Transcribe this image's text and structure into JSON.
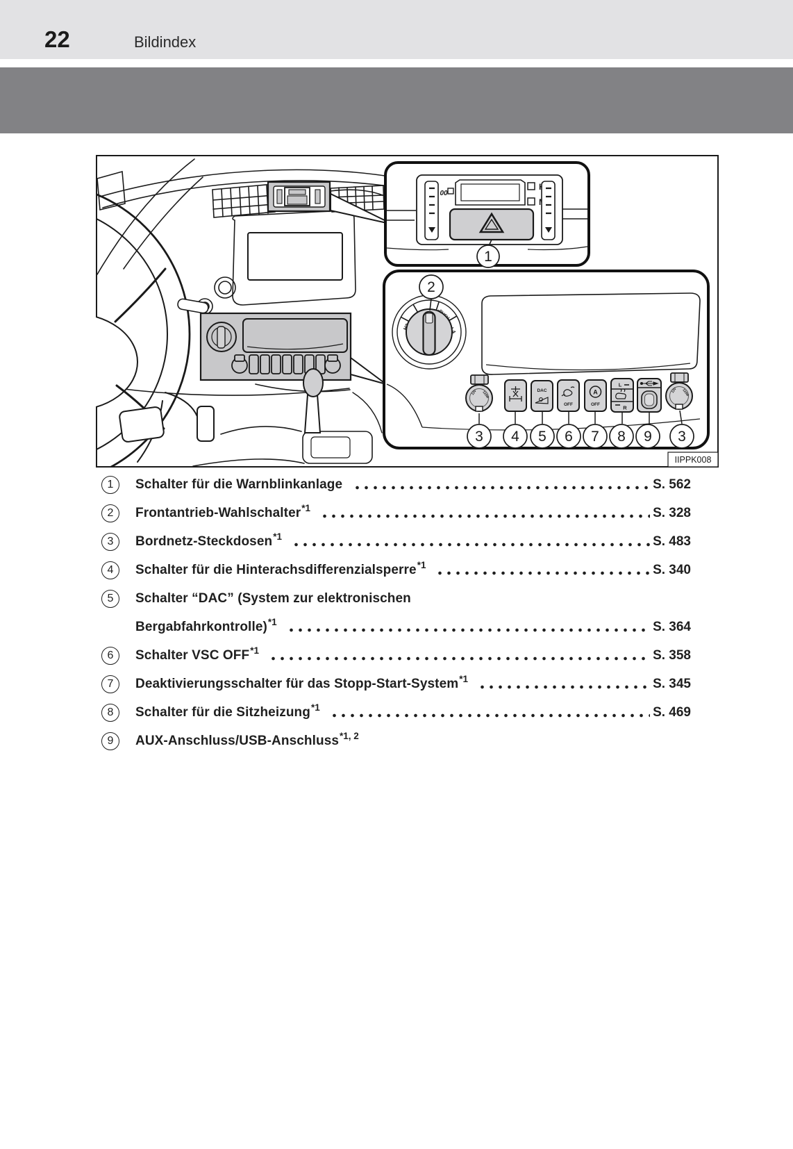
{
  "page": {
    "number": "22",
    "section": "Bildindex"
  },
  "figure": {
    "code": "IIPPK008",
    "callouts": {
      "c1": "1",
      "c2": "2",
      "c3": "3",
      "c4": "4",
      "c5": "5",
      "c6": "6",
      "c7": "7",
      "c8": "8",
      "c9": "9"
    },
    "labels": {
      "clock_h": "H",
      "clock_m": "M",
      "dial_h2": "H2",
      "dial_h4": "H4",
      "dial_l4": "L4",
      "dial_push": "-PUSH-",
      "dac": "DAC",
      "off": "OFF",
      "auto_a": "A",
      "seat_l": "L",
      "seat_r": "R",
      "outlet_12v": "12V",
      "outlet_120w": "120W"
    }
  },
  "index": {
    "items": [
      {
        "num": "1",
        "label": "Schalter für die Warnblinkanlage",
        "sup": "",
        "page": "S. 562"
      },
      {
        "num": "2",
        "label": "Frontantrieb-Wahlschalter",
        "sup": "*1",
        "page": "S. 328"
      },
      {
        "num": "3",
        "label": "Bordnetz-Steckdosen",
        "sup": "*1",
        "page": "S. 483"
      },
      {
        "num": "4",
        "label": "Schalter für die Hinterachsdifferenzialsperre",
        "sup": "*1",
        "page": "S. 340"
      },
      {
        "num": "5",
        "label": "Schalter “DAC” (System zur elektronischen",
        "label2": "Bergabfahrkontrolle)",
        "sup": "*1",
        "page": "S. 364"
      },
      {
        "num": "6",
        "label": "Schalter VSC OFF",
        "sup": "*1",
        "page": "S. 358"
      },
      {
        "num": "7",
        "label": "Deaktivierungsschalter für das Stopp-Start-System",
        "sup": "*1",
        "page": "S. 345"
      },
      {
        "num": "8",
        "label": "Schalter für die Sitzheizung",
        "sup": "*1",
        "page": "S. 469"
      },
      {
        "num": "9",
        "label": "AUX-Anschluss/USB-Anschluss",
        "sup": "*1, 2",
        "page": ""
      }
    ]
  }
}
